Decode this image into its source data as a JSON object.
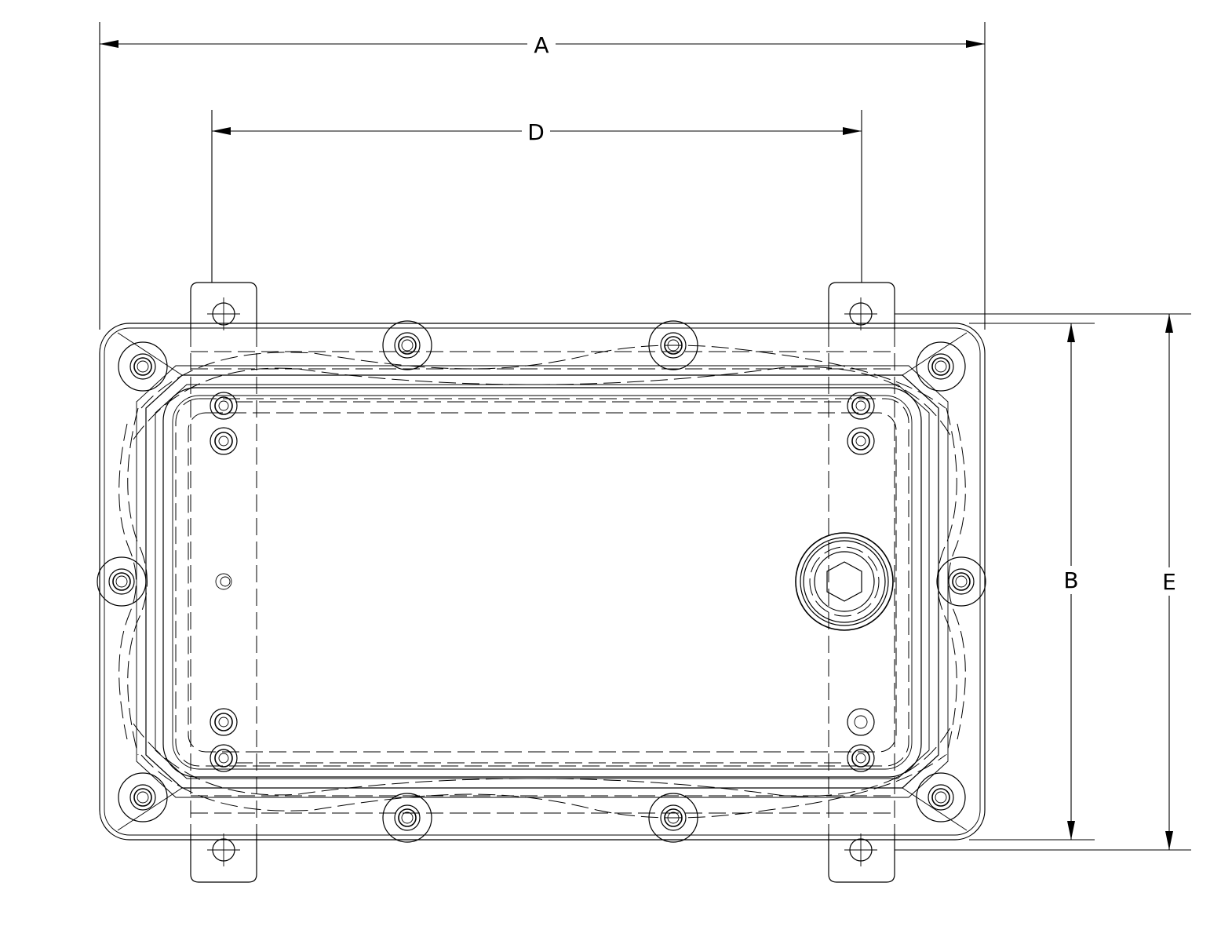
{
  "drawing": {
    "dimension_labels": {
      "a": "A",
      "b": "B",
      "d": "D",
      "e": "E"
    },
    "line_color": "#000000",
    "background_color": "#ffffff"
  }
}
